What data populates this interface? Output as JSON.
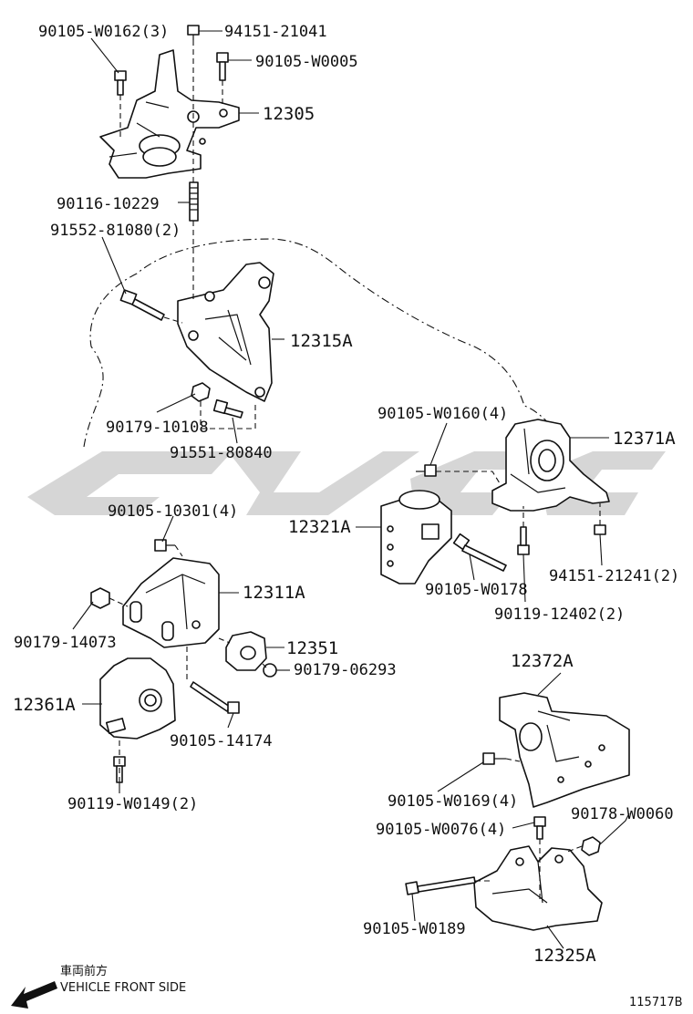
{
  "watermark": {
    "color": "#cfcfcf"
  },
  "labels": {
    "l_90105_w0162": "90105-W0162(3)",
    "l_94151_21041": "94151-21041",
    "l_90105_w0005": "90105-W0005",
    "l_12305": "12305",
    "l_90116_10229": "90116-10229",
    "l_91552_81080": "91552-81080(2)",
    "l_12315a": "12315A",
    "l_90179_10108": "90179-10108",
    "l_91551_80840": "91551-80840",
    "l_90105_w0160": "90105-W0160(4)",
    "l_12371a": "12371A",
    "l_12321a": "12321A",
    "l_90105_10301": "90105-10301(4)",
    "l_12311a": "12311A",
    "l_94151_21241": "94151-21241(2)",
    "l_90105_w0178": "90105-W0178",
    "l_90119_12402": "90119-12402(2)",
    "l_90179_14073": "90179-14073",
    "l_12351": "12351",
    "l_90179_06293": "90179-06293",
    "l_12361a": "12361A",
    "l_90105_14174": "90105-14174",
    "l_12372a": "12372A",
    "l_90119_w0149": "90119-W0149(2)",
    "l_90105_w0169": "90105-W0169(4)",
    "l_90178_w0060": "90178-W0060",
    "l_90105_w0076": "90105-W0076(4)",
    "l_90105_w0189": "90105-W0189",
    "l_12325a": "12325A"
  },
  "direction": {
    "jp": "車両前方",
    "en": "VEHICLE FRONT SIDE"
  },
  "figure_id": "115717B"
}
